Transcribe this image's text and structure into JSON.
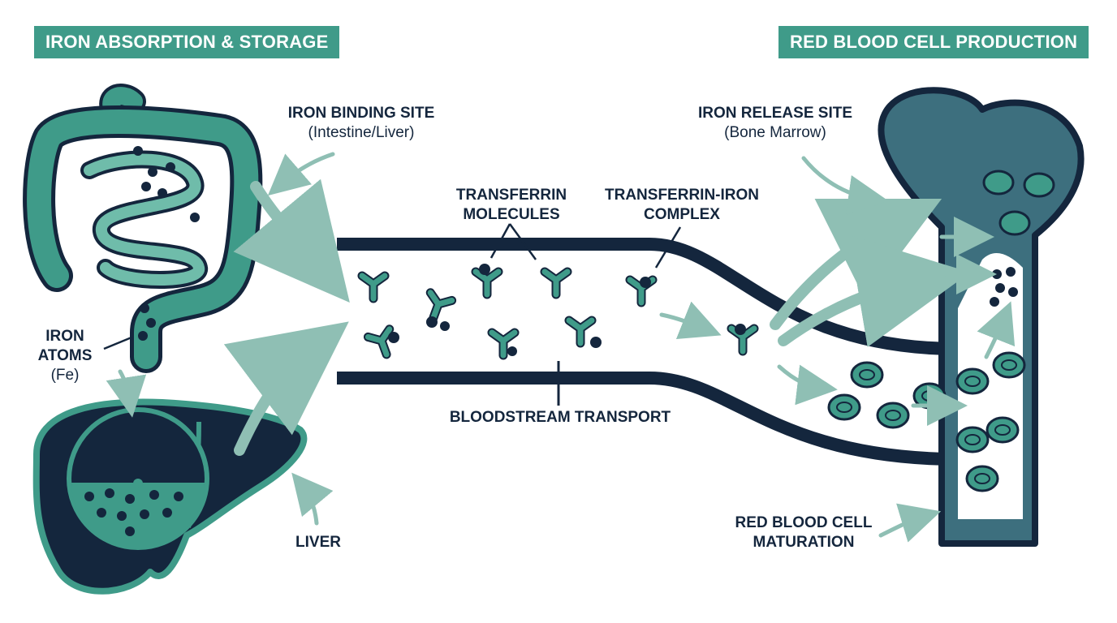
{
  "banners": {
    "left": "IRON ABSORPTION & STORAGE",
    "right": "RED BLOOD CELL PRODUCTION"
  },
  "labels": {
    "iron_binding_site": {
      "line1": "IRON BINDING SITE",
      "line2": "(Intestine/Liver)"
    },
    "iron_atoms": {
      "line1": "IRON",
      "line2": "ATOMS",
      "line3": "(Fe)"
    },
    "liver": "LIVER",
    "transferrin_molecules": {
      "line1": "TRANSFERRIN",
      "line2": "MOLECULES"
    },
    "transferrin_iron_complex": {
      "line1": "TRANSFERRIN-IRON",
      "line2": "COMPLEX"
    },
    "bloodstream_transport": "BLOODSTREAM TRANSPORT",
    "iron_release_site": {
      "line1": "IRON RELEASE SITE",
      "line2": "(Bone Marrow)"
    },
    "rbc_maturation": {
      "line1": "RED BLOOD CELL",
      "line2": "MATURATION"
    }
  },
  "colors": {
    "navy": "#14263d",
    "teal": "#3f9b89",
    "teal_light": "#6fbcaa",
    "arrow": "#8fbfb4",
    "banner": "#3f9b89"
  }
}
